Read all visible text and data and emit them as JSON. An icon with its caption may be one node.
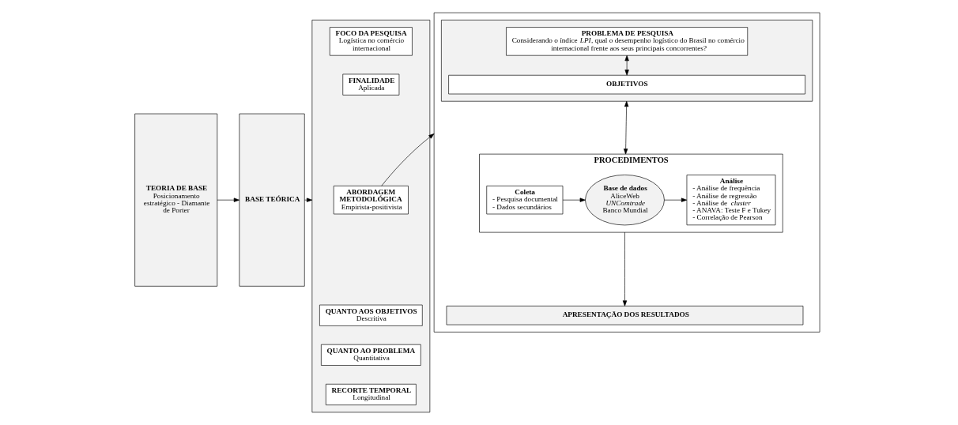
{
  "diagram": {
    "nodes": [
      {
        "text": [
          "TEORIA DE BASE",
          "Posicionamento estratégico - Diamante de Porter"
        ]
      },
      {
        "text": [
          "BASE TEÓRICA"
        ]
      },
      {
        "text": [],
        "shape": "box"
      },
      {
        "text": [
          "FOCO DA PESQUISA",
          "Logística no comércio internacional"
        ],
        "in": 2
      },
      {
        "text": [
          "FINALIDADE",
          "Aplicada"
        ],
        "in": 2
      },
      {
        "text": [
          "ABORDAGEM METODOLÓGICA",
          "Empirista-positivista"
        ],
        "in": 2
      },
      {
        "text": [
          "QUANTO AOS OBJETIVOS",
          "Descritiva"
        ],
        "in": 2
      },
      {
        "text": [
          "QUANTO AO PROBLEMA",
          "Quantitativa"
        ],
        "in": 2
      },
      {
        "text": [
          "RECORTE TEMPORAL",
          "Longitudinal"
        ],
        "in": 2
      },
      {
        "text": [],
        "shape": "box"
      },
      {
        "text": [],
        "shape": "box",
        "in": 9
      },
      {
        "text": [
          "PROBLEMA DE PESQUISA",
          "Considerando o índice *LPI*, qual o desempenho logístico do Brasil no comércio internacional frente aos seus principais concorrentes?"
        ],
        "in": 10
      },
      {
        "text": [
          "OBJETIVOS"
        ],
        "in": 10
      },
      {
        "text": [
          "PROCEDIMENTOS"
        ],
        "in": 9
      },
      {
        "text": [
          "Coleta",
          "- Pesquisa documental",
          "- Dados secundários"
        ],
        "in": 13
      },
      {
        "text": [
          "Base de dados",
          "AliceWeb",
          "*UNComtrade*",
          "Banco Mundial"
        ],
        "in": 13
      },
      {
        "text": [
          "Análise",
          "- Análise de frequência",
          "- Análise de regressão",
          "- Análise de *cluster*",
          "- ANAVA: Teste F e Tukey",
          "- Correlação de Pearson"
        ],
        "in": 13
      },
      {
        "text": [
          "APRESENTAÇÃO DOS RESULTADOS"
        ],
        "in": 9
      }
    ],
    "edges": [
      {
        "from": 0,
        "to": 1,
        "arrow": "to"
      },
      {
        "from": 1,
        "to": 2,
        "arrow": "to"
      },
      {
        "from": 2,
        "to": 9,
        "arrow": "to"
      },
      {
        "from": 11,
        "to": 12,
        "arrow": "both"
      },
      {
        "from": 10,
        "to": 13,
        "arrow": "both"
      },
      {
        "from": 14,
        "to": 15,
        "arrow": "to"
      },
      {
        "from": 15,
        "to": 16,
        "arrow": "to"
      },
      {
        "from": 13,
        "to": 17,
        "arrow": "to"
      }
    ]
  }
}
